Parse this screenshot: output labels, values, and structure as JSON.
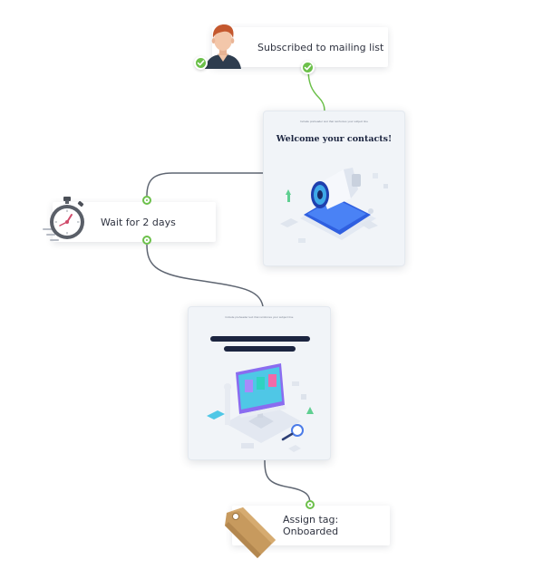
{
  "trigger": {
    "label": "Subscribed to mailing list"
  },
  "wait": {
    "label": "Wait for 2 days"
  },
  "email_welcome": {
    "preheader": "Include preheader text that reinforces your subject line",
    "title": "Welcome your contacts!"
  },
  "email_onboard": {
    "preheader": "Include preheader text that reinforces your subject line"
  },
  "tag_action": {
    "label": "Assign tag: Onboarded"
  },
  "colors": {
    "connector": "#5f6672",
    "connector_green": "#6cc04a",
    "accent_green": "#6cc04a",
    "email_title": "#1c2540",
    "tag_brown": "#c79a5e"
  },
  "icons": {
    "trigger": "user-avatar-icon",
    "wait": "stopwatch-icon",
    "tag": "price-tag-icon",
    "check": "checkmark-icon"
  }
}
